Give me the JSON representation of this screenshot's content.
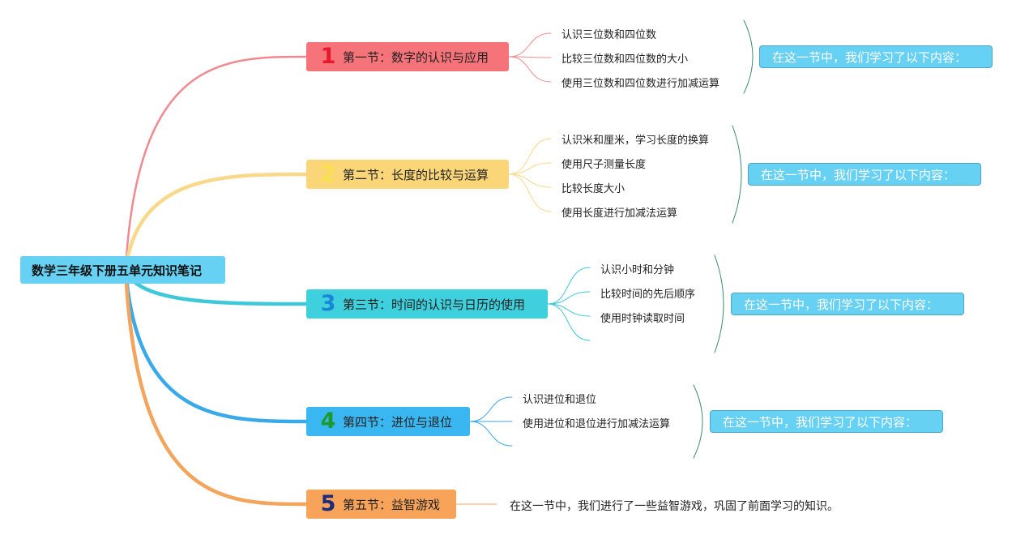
{
  "root": {
    "title": "数学三年级下册五单元知识笔记"
  },
  "sections": [
    {
      "number": "1",
      "title": "第一节：数字的认识与应用",
      "color": "#f7737a",
      "number_color": "#e8182c",
      "line_color": "#f08a90",
      "items": [
        "认识三位数和四位数",
        "比较三位数和四位数的大小",
        "使用三位数和四位数进行加减运算"
      ],
      "summary": "在这一节中，我们学习了以下内容："
    },
    {
      "number": "2",
      "title": "第二节：长度的比较与运算",
      "color": "#fbd678",
      "number_color": "#f9e14b",
      "line_color": "#f8d98a",
      "items": [
        "认识米和厘米，学习长度的换算",
        "使用尺子测量长度",
        "比较长度大小",
        "使用长度进行加减法运算"
      ],
      "summary": "在这一节中，我们学习了以下内容："
    },
    {
      "number": "3",
      "title": "第三节：时间的认识与日历的使用",
      "color": "#3fd0dd",
      "number_color": "#1a86d6",
      "line_color": "#3fc8d8",
      "items": [
        "认识小时和分钟",
        "比较时间的先后顺序",
        "使用时钟读取时间",
        ""
      ],
      "summary": "在这一节中，我们学习了以下内容："
    },
    {
      "number": "4",
      "title": "第四节：进位与退位",
      "color": "#3ab7f1",
      "number_color": "#1c9a2c",
      "line_color": "#3aa9ea",
      "items": [
        "认识进位和退位",
        "使用进位和退位进行加减法运算",
        ""
      ],
      "summary": "在这一节中，我们学习了以下内容："
    },
    {
      "number": "5",
      "title": "第五节：益智游戏",
      "color": "#f7a35a",
      "number_color": "#1e2a7a",
      "line_color": "#f3a55e",
      "items": [],
      "note": "在这一节中，我们进行了一些益智游戏，巩固了前面学习的知识。"
    }
  ],
  "colors": {
    "root": "#66d1f3",
    "summary_fill": "#66d1f3",
    "summary_border": "#4fa6c2",
    "bracket": "#3c8c6e"
  }
}
